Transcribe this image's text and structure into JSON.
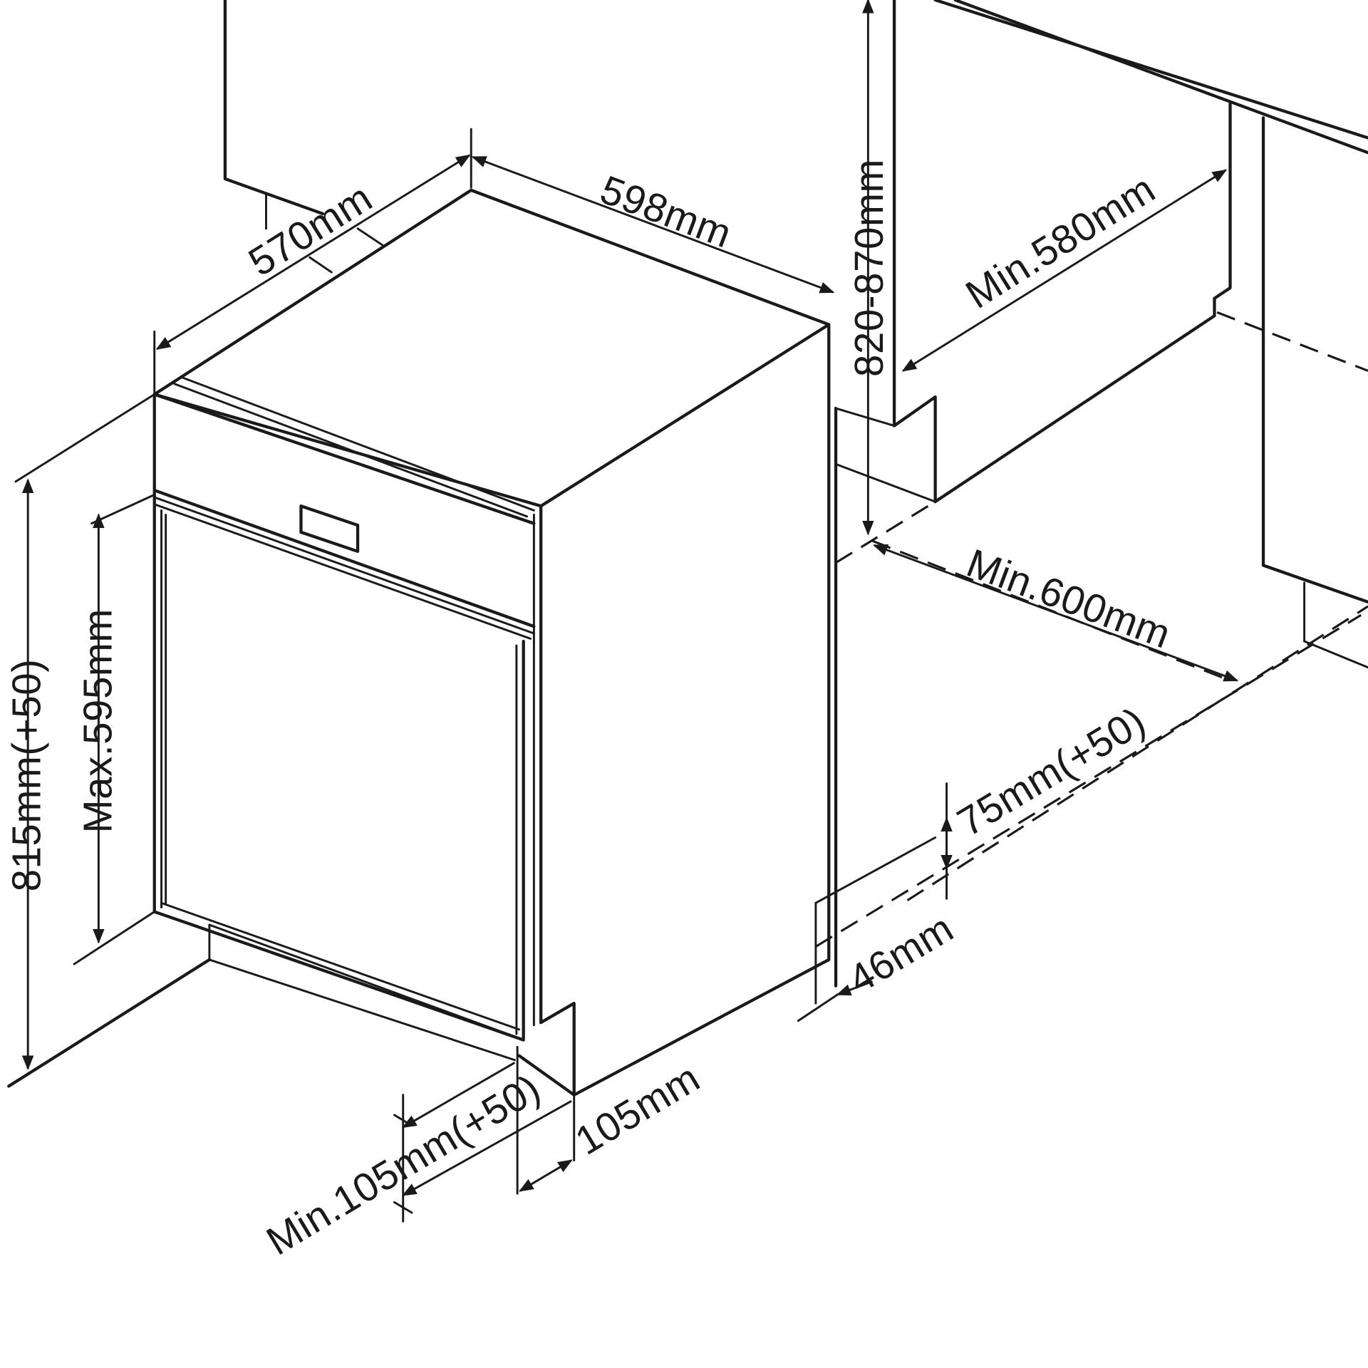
{
  "colors": {
    "line": "#1a1a1a",
    "background": "#ffffff"
  },
  "labels": {
    "depth": "570mm",
    "width": "598mm",
    "height_total": "815mm(+50)",
    "door_height": "Max.595mm",
    "niche_height": "820-870mm",
    "niche_depth": "Min.580mm",
    "niche_width": "Min.600mm",
    "plinth_height": "75mm(+50)",
    "side_gap": "46mm",
    "front_offset": "105mm",
    "plinth_min": "Min.105mm(+50)"
  }
}
